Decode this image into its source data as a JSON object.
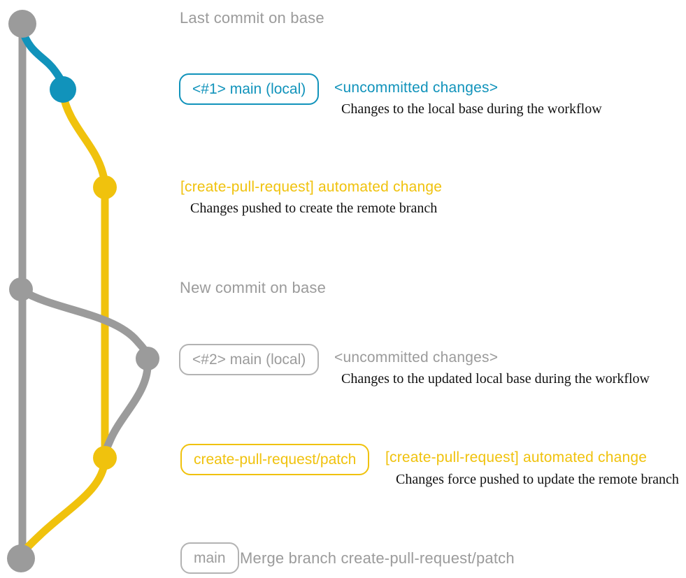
{
  "colors": {
    "gray": "#9b9b9b",
    "gray-border": "#b3b3b3",
    "teal": "#1193bb",
    "yellow": "#f0c20d",
    "ink": "#111111",
    "bg": "#ffffff"
  },
  "annotations": {
    "last_commit": "Last commit on base",
    "new_commit": "New commit on base"
  },
  "events": {
    "local1": {
      "badge": "<#1> main (local)",
      "heading": "<uncommitted changes>",
      "description": "Changes to the local base during the workflow"
    },
    "push1": {
      "heading": "[create-pull-request] automated change",
      "description": "Changes pushed to create the remote branch"
    },
    "local2": {
      "badge": "<#2> main (local)",
      "heading": "<uncommitted changes>",
      "description": "Changes to the updated local base during the workflow"
    },
    "push2": {
      "badge": "create-pull-request/patch",
      "heading": "[create-pull-request] automated change",
      "description": "Changes force pushed to update the remote branch"
    },
    "merge": {
      "badge": "main",
      "heading": "Merge branch create-pull-request/patch"
    }
  },
  "graph": {
    "branches": [
      {
        "name": "base",
        "color": "gray"
      },
      {
        "name": "main-local",
        "color": "teal"
      },
      {
        "name": "create-pull-request/patch",
        "color": "yellow"
      }
    ],
    "commits": [
      {
        "id": "last-commit-on-base",
        "color": "gray"
      },
      {
        "id": "local-uncommitted-1",
        "color": "teal"
      },
      {
        "id": "automated-change-1",
        "color": "yellow"
      },
      {
        "id": "new-commit-on-base",
        "color": "gray"
      },
      {
        "id": "local-uncommitted-2",
        "color": "gray"
      },
      {
        "id": "automated-change-2",
        "color": "yellow"
      },
      {
        "id": "merge-commit",
        "color": "gray"
      }
    ]
  }
}
